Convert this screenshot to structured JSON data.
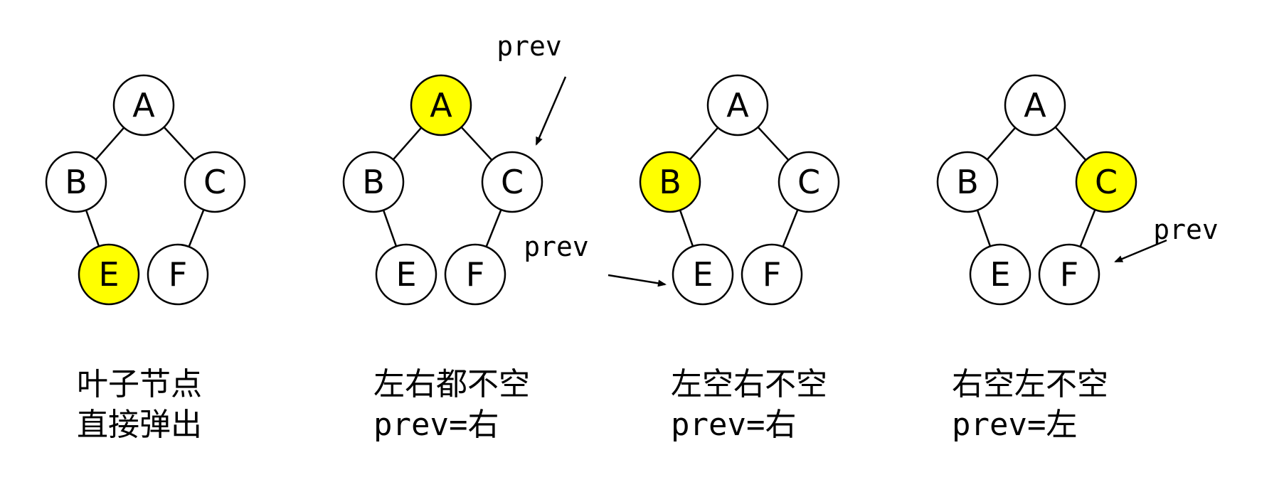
{
  "colors": {
    "highlight": "#ffff00",
    "normal": "#ffffff",
    "stroke": "#000000"
  },
  "panels": [
    {
      "highlight": "E",
      "nodes": {
        "A": "A",
        "B": "B",
        "C": "C",
        "E": "E",
        "F": "F"
      },
      "prev": null,
      "caption": [
        "叶子节点",
        "直接弹出"
      ]
    },
    {
      "highlight": "A",
      "nodes": {
        "A": "A",
        "B": "B",
        "C": "C",
        "E": "E",
        "F": "F"
      },
      "prev": {
        "label": "prev",
        "target": "C"
      },
      "caption": [
        "左右都不空",
        "prev=右"
      ]
    },
    {
      "highlight": "B",
      "nodes": {
        "A": "A",
        "B": "B",
        "C": "C",
        "E": "E",
        "F": "F"
      },
      "prev": {
        "label": "prev",
        "target": "E"
      },
      "caption": [
        "左空右不空",
        "prev=右"
      ]
    },
    {
      "highlight": "C",
      "nodes": {
        "A": "A",
        "B": "B",
        "C": "C",
        "E": "E",
        "F": "F"
      },
      "prev": {
        "label": "prev",
        "target": "F"
      },
      "caption": [
        "右空左不空",
        "prev=左"
      ]
    }
  ]
}
